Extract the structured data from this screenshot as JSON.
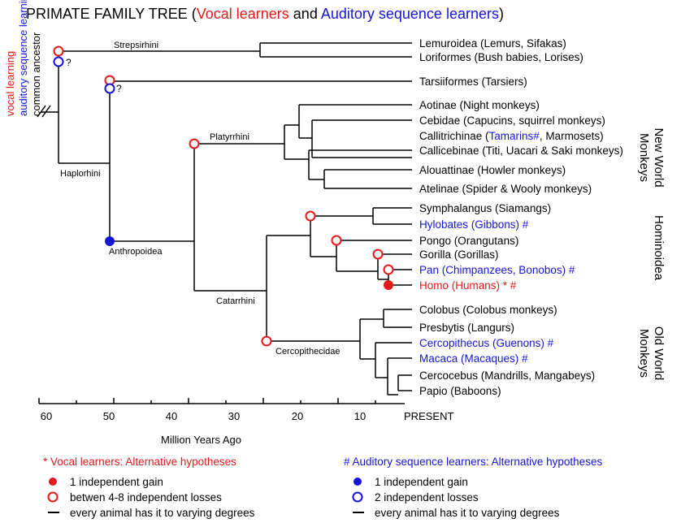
{
  "title": {
    "prefix": "PRIMATE FAMILY TREE (",
    "vocal": "Vocal learners",
    "and": " and ",
    "auditory": "Auditory sequence learners",
    "suffix": ")"
  },
  "colors": {
    "vocal": "#e31a1c",
    "auditory": "#1515d6",
    "ink": "#000000"
  },
  "left_legend": {
    "vocal": "vocal learning",
    "auditory": "auditory sequence learning",
    "ancestor": "common ancestor"
  },
  "clade_labels": {
    "strepsirhini": "Strepsirhini",
    "haplorhini": "Haplorhini",
    "platyrrhini": "Platyrrhini",
    "anthropoidea": "Anthropoidea",
    "catarrhini": "Catarrhini",
    "cercopithecidae": "Cercopithecidae"
  },
  "question_marks": [
    "?",
    "?"
  ],
  "leaves": [
    {
      "label": "Lemuroidea (Lemurs, Sifakas)",
      "color": "#000000"
    },
    {
      "label": "Loriformes (Bush babies, Lorises)",
      "color": "#000000"
    },
    {
      "label": "Tarsiiformes (Tarsiers)",
      "color": "#000000"
    },
    {
      "label": "Aotinae (Night monkeys)",
      "color": "#000000"
    },
    {
      "label": "Cebidae (Capucins, squirrel monkeys)",
      "color": "#000000"
    },
    {
      "label": "Callitrichinae (",
      "color": "#000000",
      "blue_part": "Tamarins#",
      "tail": ", Marmosets)"
    },
    {
      "label": "Callicebinae (Titi, Uacari & Saki monkeys)",
      "color": "#000000"
    },
    {
      "label": "Alouattinae (Howler monkeys)",
      "color": "#000000"
    },
    {
      "label": "Atelinae (Spider & Wooly monkeys)",
      "color": "#000000"
    },
    {
      "label": "Symphalangus (Siamangs)",
      "color": "#000000"
    },
    {
      "label": "Hylobates (Gibbons) #",
      "color": "#1515d6"
    },
    {
      "label": "Pongo (Orangutans)",
      "color": "#000000"
    },
    {
      "label": "Gorilla (Gorillas)",
      "color": "#000000"
    },
    {
      "label": "Pan (Chimpanzees, Bonobos) #",
      "color": "#1515d6"
    },
    {
      "label": "Homo (Humans) * #",
      "color": "#e31a1c",
      "blue_part_after": ""
    },
    {
      "label": "Colobus (Colobus monkeys)",
      "color": "#000000"
    },
    {
      "label": "Presbytis (Langurs)",
      "color": "#000000"
    },
    {
      "label": "Cercopithecus (Guenons) #",
      "color": "#1515d6"
    },
    {
      "label": "Macaca (Macaques) #",
      "color": "#1515d6"
    },
    {
      "label": "Cercocebus (Mandrills, Mangabeys)",
      "color": "#000000"
    },
    {
      "label": "Papio (Baboons)",
      "color": "#000000"
    }
  ],
  "groups": [
    {
      "lines": [
        "New World",
        "Monkeys"
      ]
    },
    {
      "lines": [
        "Hominoidea"
      ]
    },
    {
      "lines": [
        "Old World",
        "Monkeys"
      ]
    }
  ],
  "axis": {
    "ticks": [
      "60",
      "50",
      "40",
      "30",
      "20",
      "10"
    ],
    "present": "PRESENT",
    "label": "Million Years Ago"
  },
  "legend_vocal": {
    "heading": "* Vocal learners: Alternative hypotheses",
    "items": [
      "1 independent gain",
      "betwen 4-8 independent losses",
      "every animal has it to varying degrees"
    ]
  },
  "legend_auditory": {
    "heading": "# Auditory sequence learners: Alternative hypotheses",
    "items": [
      "1 independent gain",
      "2 independent losses",
      "every animal has it to varying degrees"
    ]
  }
}
